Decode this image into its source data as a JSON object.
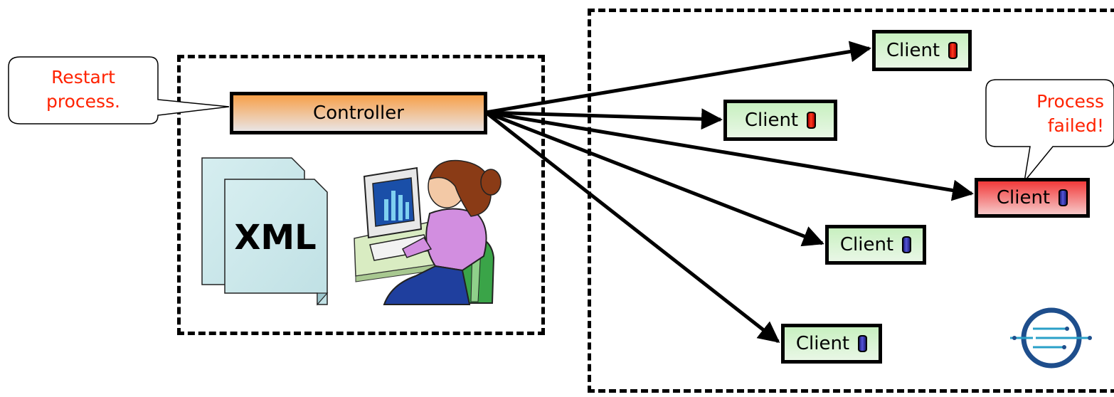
{
  "callouts": {
    "restart": "Restart\nprocess.",
    "failed": "Process\nfailed!"
  },
  "controller": {
    "label": "Controller"
  },
  "document": {
    "label": "XML"
  },
  "clients": [
    {
      "label": "Client",
      "status": "ok",
      "cylinder": "red"
    },
    {
      "label": "Client",
      "status": "ok",
      "cylinder": "red"
    },
    {
      "label": "Client",
      "status": "failed",
      "cylinder": "blue"
    },
    {
      "label": "Client",
      "status": "ok",
      "cylinder": "blue"
    },
    {
      "label": "Client",
      "status": "ok",
      "cylinder": "blue"
    }
  ],
  "colors": {
    "callout_text": "#ff2200",
    "client_ok": "#c8f0c0",
    "client_failed": "#f23a3a",
    "controller_top": "#f7a04a",
    "logo": "#1e4e8c"
  },
  "icons": [
    "document-stack-icon",
    "person-at-computer-icon",
    "database-cylinder-icon",
    "logo-icon"
  ]
}
